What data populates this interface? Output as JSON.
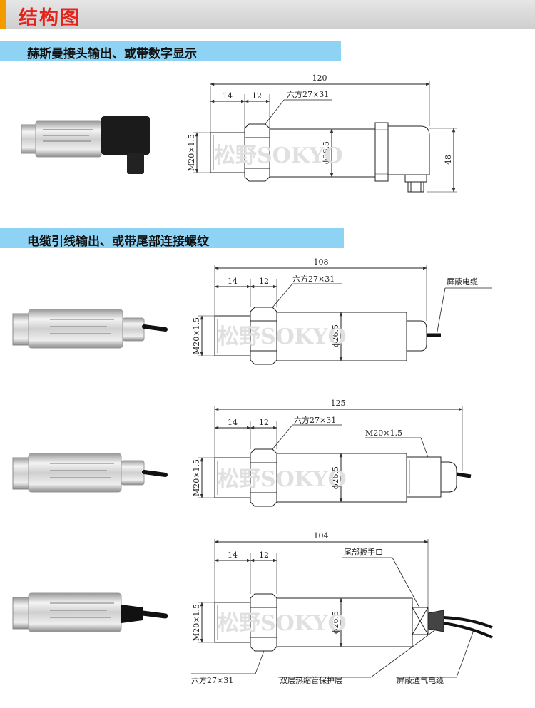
{
  "header": {
    "title": "结构图",
    "accent": "#f29a00",
    "title_color": "#e5231d"
  },
  "sections": [
    {
      "title": "赫斯曼接头输出、或带数字显示"
    },
    {
      "title": "电缆引线输出、或带尾部连接螺纹"
    }
  ],
  "diagrams": [
    {
      "overall": "120",
      "seg1": "14",
      "seg2": "12",
      "hex": "六方27×31",
      "thread": "M20×1.5",
      "dia": "ϕ26.5",
      "height": "48"
    },
    {
      "overall": "108",
      "seg1": "14",
      "seg2": "12",
      "hex": "六方27×31",
      "thread": "M20×1.5",
      "dia": "ϕ26.5",
      "cable": "屏蔽电缆"
    },
    {
      "overall": "125",
      "seg1": "14",
      "seg2": "12",
      "hex": "六方27×31",
      "thread": "M20×1.5",
      "dia": "ϕ26.5",
      "tail_thread": "M20×1.5"
    },
    {
      "overall": "104",
      "seg1": "14",
      "seg2": "12",
      "hex": "六方27×31",
      "thread": "M20×1.5",
      "dia": "ϕ26.5",
      "wrench": "尾部扳手口",
      "shrink": "双层热缩管保护层",
      "cable": "屏蔽通气电缆"
    }
  ],
  "watermark": "松野SOKYO"
}
